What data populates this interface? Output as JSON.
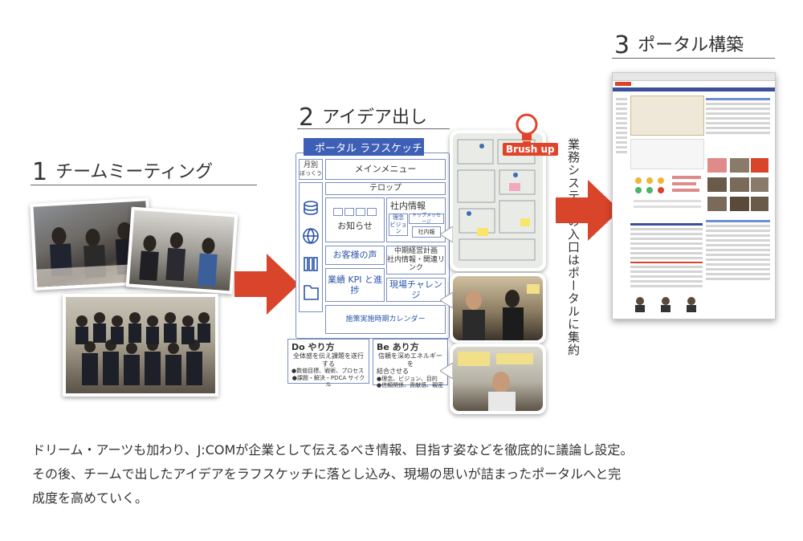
{
  "steps": {
    "one": {
      "num": "1",
      "title": "チームミーティング"
    },
    "two": {
      "num": "2",
      "title": "アイデア出し"
    },
    "three": {
      "num": "3",
      "title": "ポータル構築"
    }
  },
  "sketch": {
    "header": "ポータル ラフスケッチ",
    "monthly": "月別",
    "monthly_sub": "ぼっくう",
    "main_menu": "メインメニュー",
    "ticker": "テロップ",
    "news": "お知らせ",
    "company_info": "社内情報",
    "vision": "理念\nビジョン",
    "top_message": "トップメッセージ",
    "company_news": "社内報",
    "customer_voice": "お客様の声",
    "mid_plan": "中期経営計画\n社内情報・関連リンク",
    "kpi": "業績 KPI と進捗",
    "challenge": "現場チャレンジ",
    "calendar": "施策実施時期カレンダー",
    "do_title": "Do やり方",
    "do_line1": "全体感を伝え課題を遂行する",
    "do_line2": "●数値目標、戦術、プロセス",
    "do_line3": "●課題・解決・PDCA サイクル",
    "be_title": "Be あり方",
    "be_line1": "信頼を深めエネルギーを",
    "be_line2": "結合させる",
    "be_line3": "●理念、ビジョン、目的",
    "be_line4": "●信頼関係、貢献感、親密"
  },
  "brush_label": "Brush up",
  "vertical_note": "業務システムの入口はポータルに集約",
  "description": [
    "ドリーム・アーツも加わり、J:COMが企業として伝えるべき情報、目指す姿などを徹底的に議論し設定。",
    "その後、チームで出したアイデアをラフスケッチに落とし込み、現場の思いが詰まったポータルへと完",
    "成度を高めていく。"
  ],
  "colors": {
    "accent_red": "#d9452b",
    "sketch_blue": "#3d5fb5",
    "brush_red": "#e0452b"
  }
}
